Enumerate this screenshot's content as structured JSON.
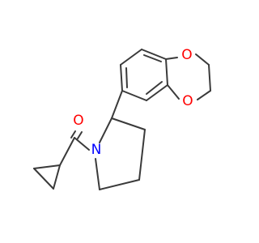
{
  "molecule": {
    "atoms": [
      {
        "element": "O",
        "label": "O",
        "color": "#ff0000"
      },
      {
        "element": "O",
        "label": "O",
        "color": "#ff0000"
      },
      {
        "element": "O",
        "label": "O",
        "color": "#ff0000"
      },
      {
        "element": "N",
        "label": "N",
        "color": "#0000ff"
      }
    ],
    "bond_color": "#3a3a3a",
    "background": "#ffffff"
  }
}
